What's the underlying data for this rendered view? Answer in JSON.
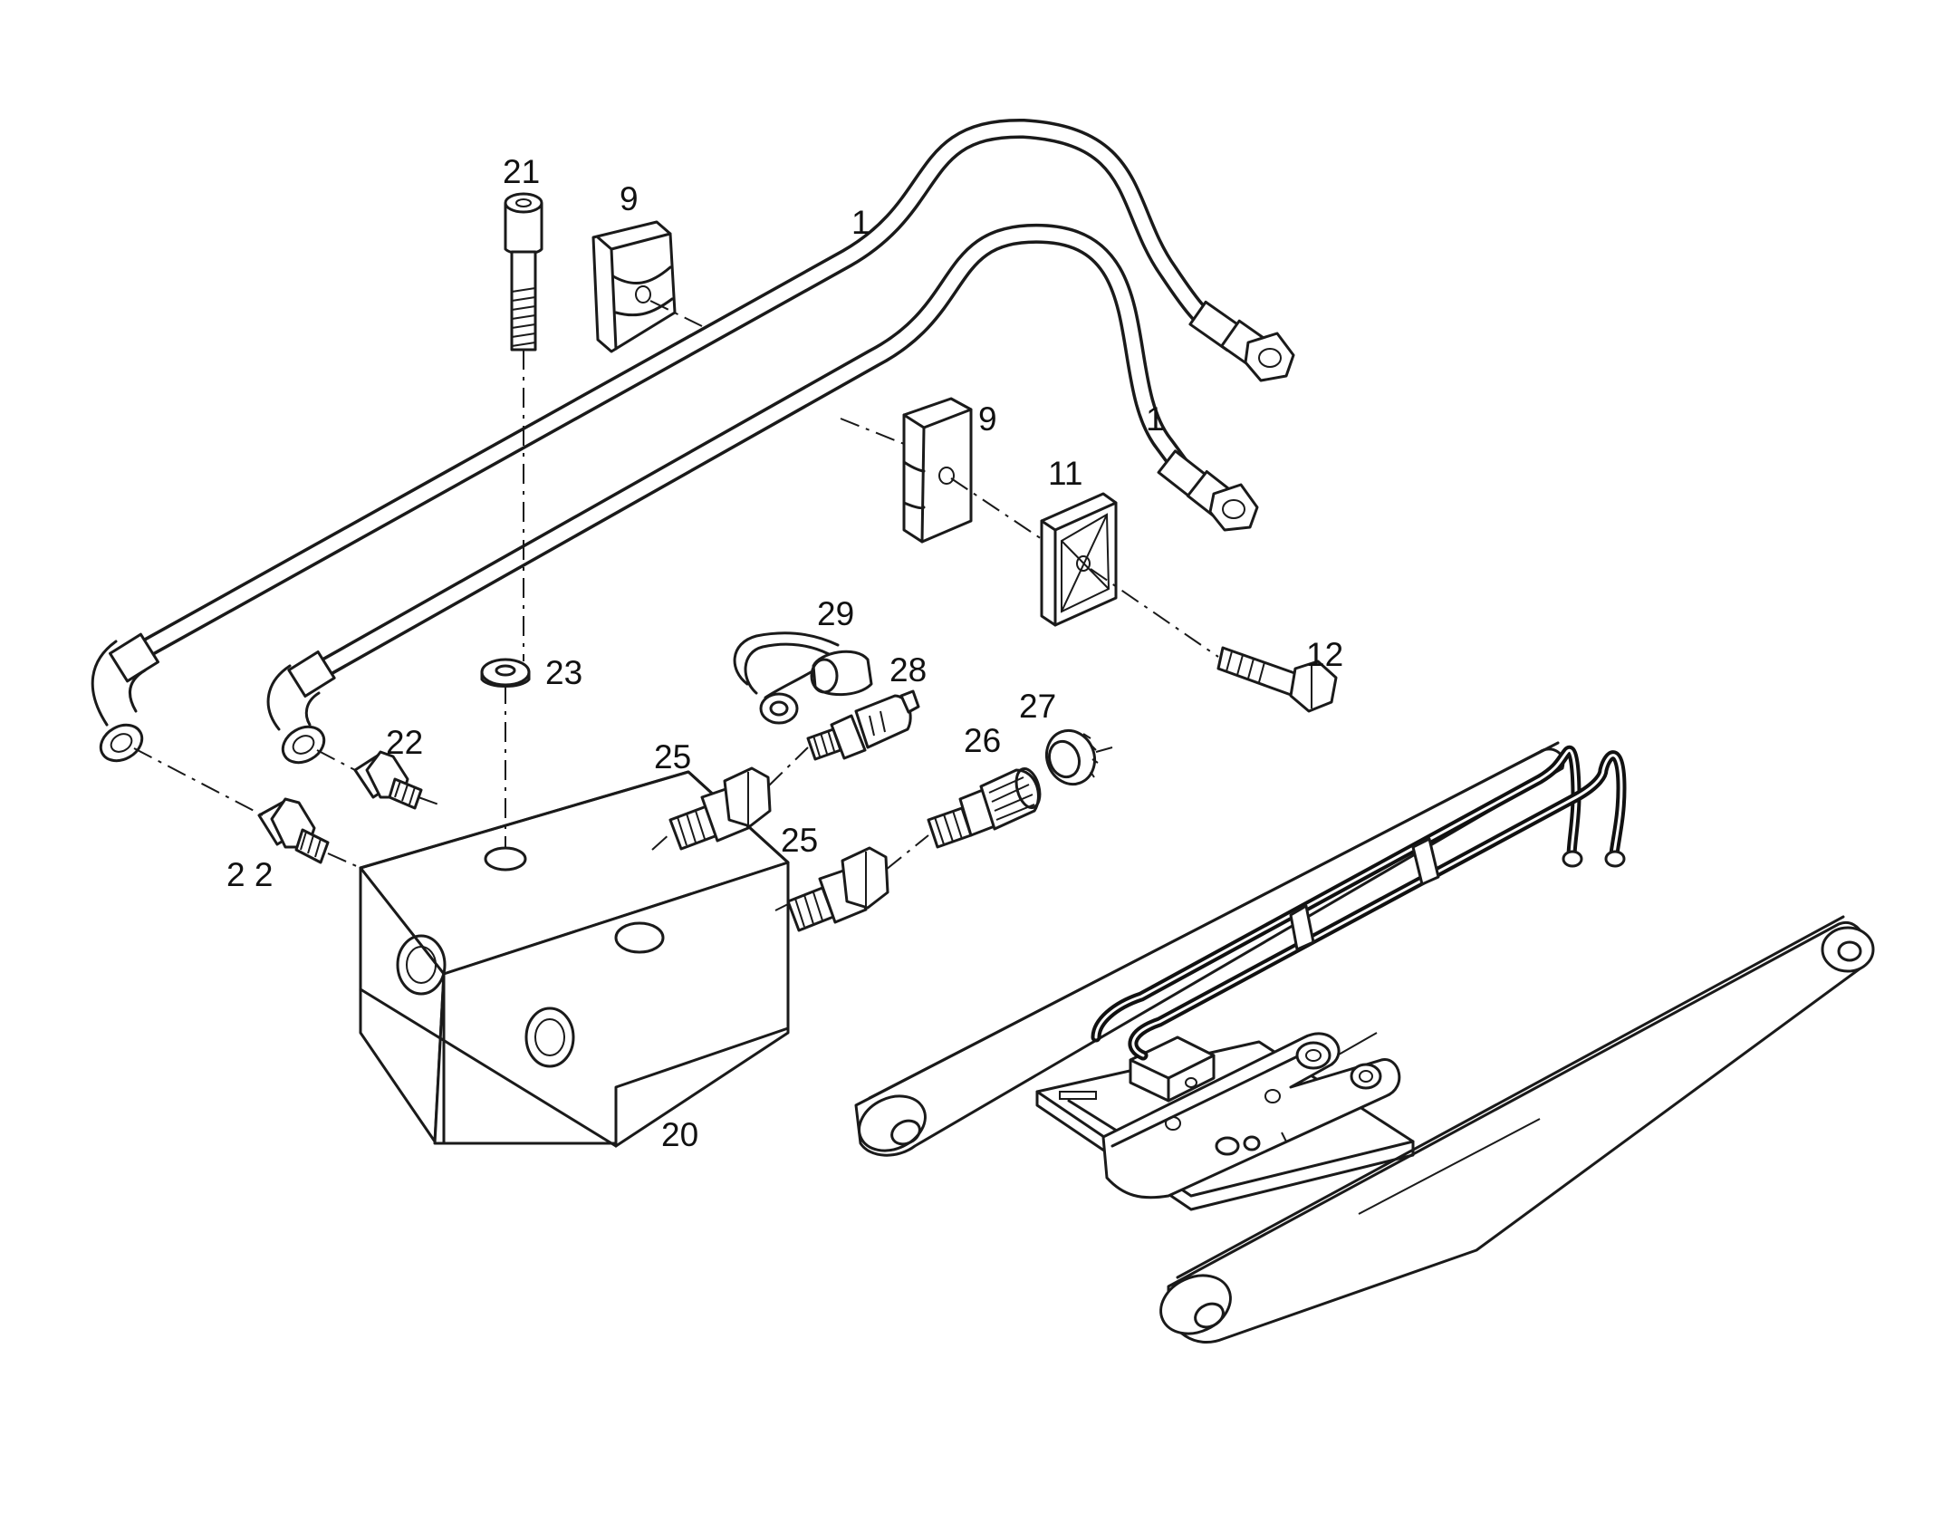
{
  "diagram": {
    "callouts": [
      {
        "id": "c1a",
        "label": "1"
      },
      {
        "id": "c1b",
        "label": "1"
      },
      {
        "id": "c9a",
        "label": "9"
      },
      {
        "id": "c9b",
        "label": "9"
      },
      {
        "id": "c11",
        "label": "11"
      },
      {
        "id": "c12",
        "label": "12"
      },
      {
        "id": "c20",
        "label": "20"
      },
      {
        "id": "c21",
        "label": "21"
      },
      {
        "id": "c22a",
        "label": "22"
      },
      {
        "id": "c22b",
        "label": "2 2"
      },
      {
        "id": "c23",
        "label": "23"
      },
      {
        "id": "c25a",
        "label": "25"
      },
      {
        "id": "c25b",
        "label": "25"
      },
      {
        "id": "c26",
        "label": "26"
      },
      {
        "id": "c27",
        "label": "27"
      },
      {
        "id": "c28",
        "label": "28"
      },
      {
        "id": "c29",
        "label": "29"
      }
    ]
  }
}
